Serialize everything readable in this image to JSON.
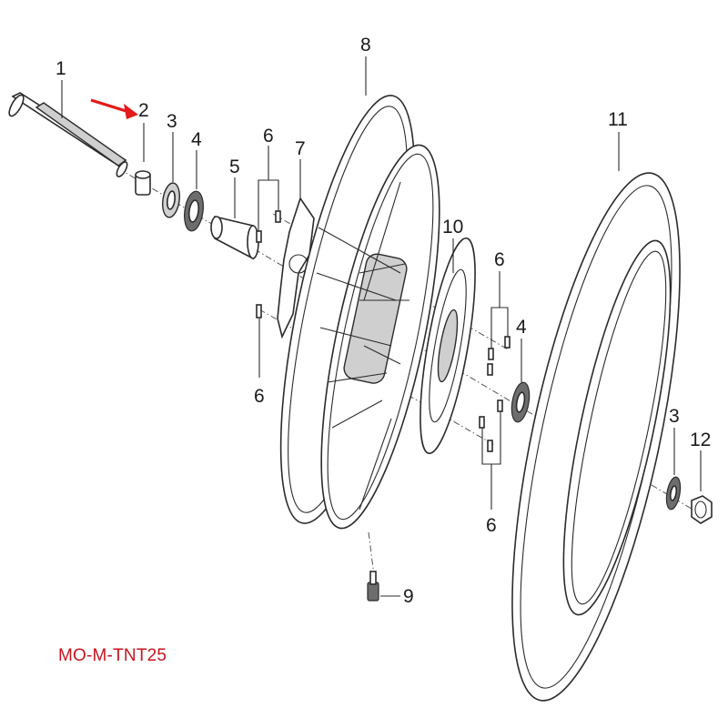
{
  "diagram": {
    "part_numbers": [
      "1",
      "2",
      "3",
      "4",
      "5",
      "6",
      "7",
      "8",
      "9",
      "10",
      "11",
      "12"
    ],
    "callouts": {
      "p1": "1",
      "p2": "2",
      "p3a": "3",
      "p4a": "4",
      "p5": "5",
      "p6a": "6",
      "p7": "7",
      "p8": "8",
      "p10": "10",
      "p11": "11",
      "p6b": "6",
      "p4b": "4",
      "p6c": "6",
      "p3b": "3",
      "p12": "12",
      "p6d": "6",
      "p9": "9"
    },
    "pointer_arrow_color": "#e21b1b",
    "caption": "MO-M-TNT25",
    "caption_color": "#c8141e"
  }
}
